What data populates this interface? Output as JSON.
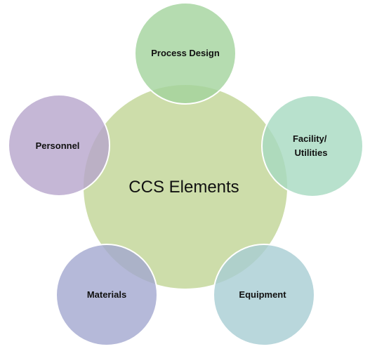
{
  "diagram": {
    "center": {
      "label": "CCS Elements",
      "color": "#c4d79b"
    },
    "nodes": [
      {
        "lines": [
          "Process Design"
        ],
        "color": "#a3d39c"
      },
      {
        "lines": [
          "Facility/",
          "Utilities"
        ],
        "color": "#a6d9c1"
      },
      {
        "lines": [
          "Equipment"
        ],
        "color": "#a7cdd3"
      },
      {
        "lines": [
          "Materials"
        ],
        "color": "#a2a7cf"
      },
      {
        "lines": [
          "Personnel"
        ],
        "color": "#b6a5cc"
      }
    ],
    "outline_color": "#ffffff"
  }
}
